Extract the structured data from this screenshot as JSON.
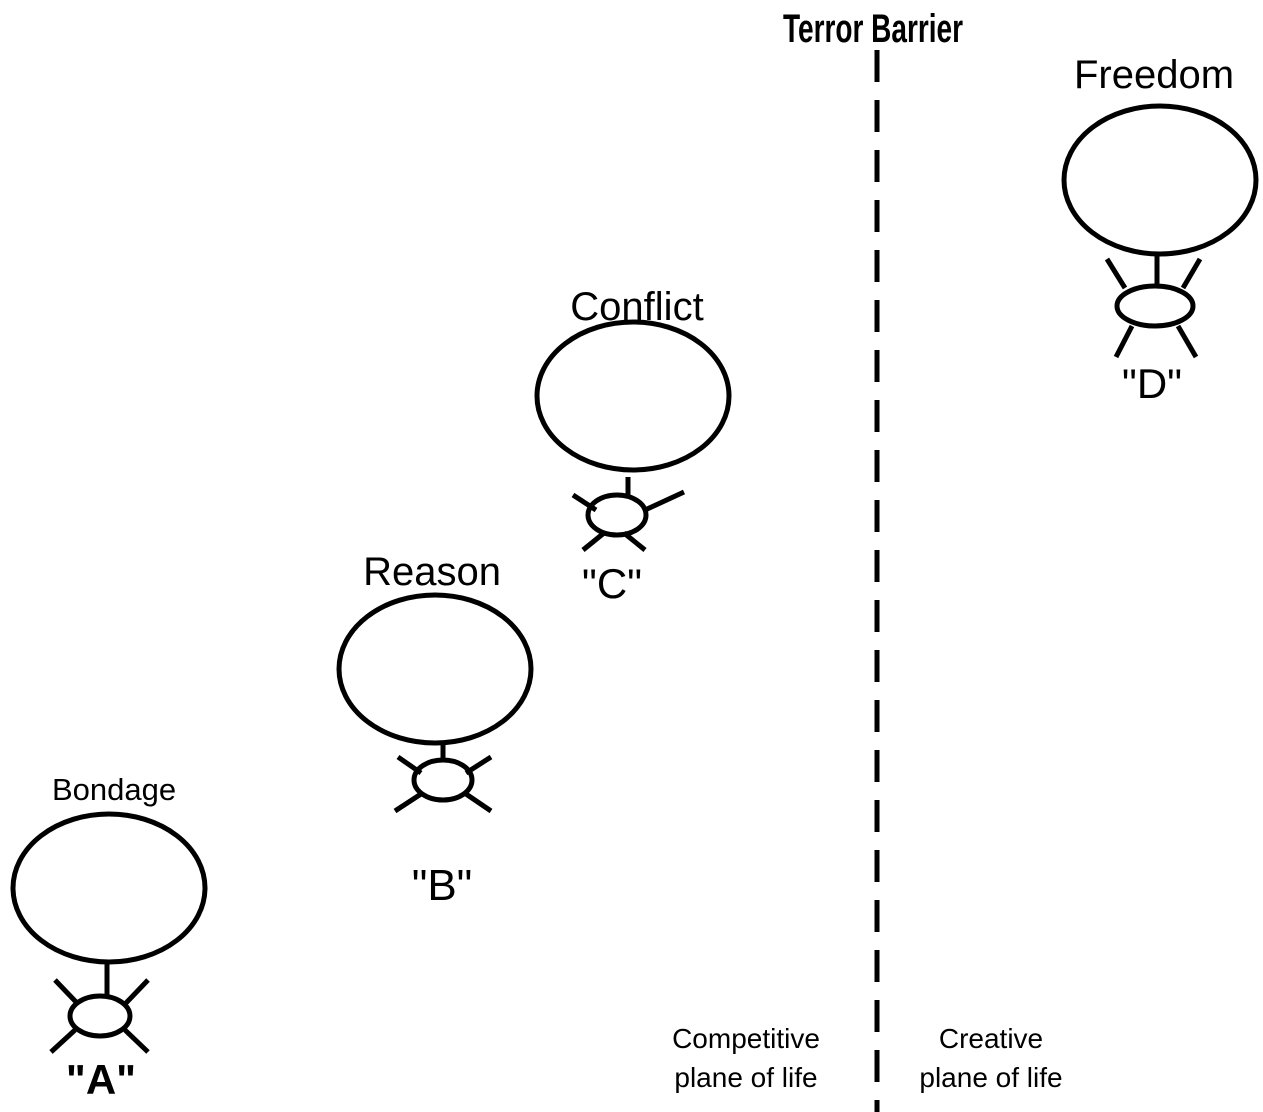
{
  "barrier": {
    "label": "Terror Barrier"
  },
  "figures": [
    {
      "name": "Bondage",
      "label": "\"A\""
    },
    {
      "name": "Reason",
      "label": "\"B\""
    },
    {
      "name": "Conflict",
      "label": "\"C\""
    },
    {
      "name": "Freedom",
      "label": "\"D\""
    }
  ],
  "planes": {
    "left": {
      "line1": "Competitive",
      "line2": "plane of life"
    },
    "right": {
      "line1": "Creative",
      "line2": "plane of life"
    }
  },
  "colors": {
    "stroke": "#000000",
    "background": "#ffffff"
  }
}
